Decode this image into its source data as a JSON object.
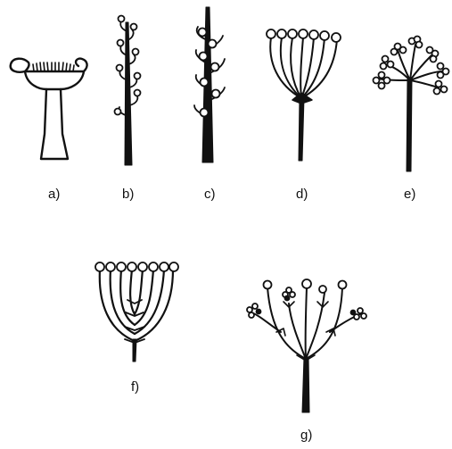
{
  "figure": {
    "panels": [
      {
        "id": "a",
        "label": "a)"
      },
      {
        "id": "b",
        "label": "b)"
      },
      {
        "id": "c",
        "label": "c)"
      },
      {
        "id": "d",
        "label": "d)"
      },
      {
        "id": "e",
        "label": "e)"
      },
      {
        "id": "f",
        "label": "f)"
      },
      {
        "id": "g",
        "label": "g)"
      }
    ]
  }
}
